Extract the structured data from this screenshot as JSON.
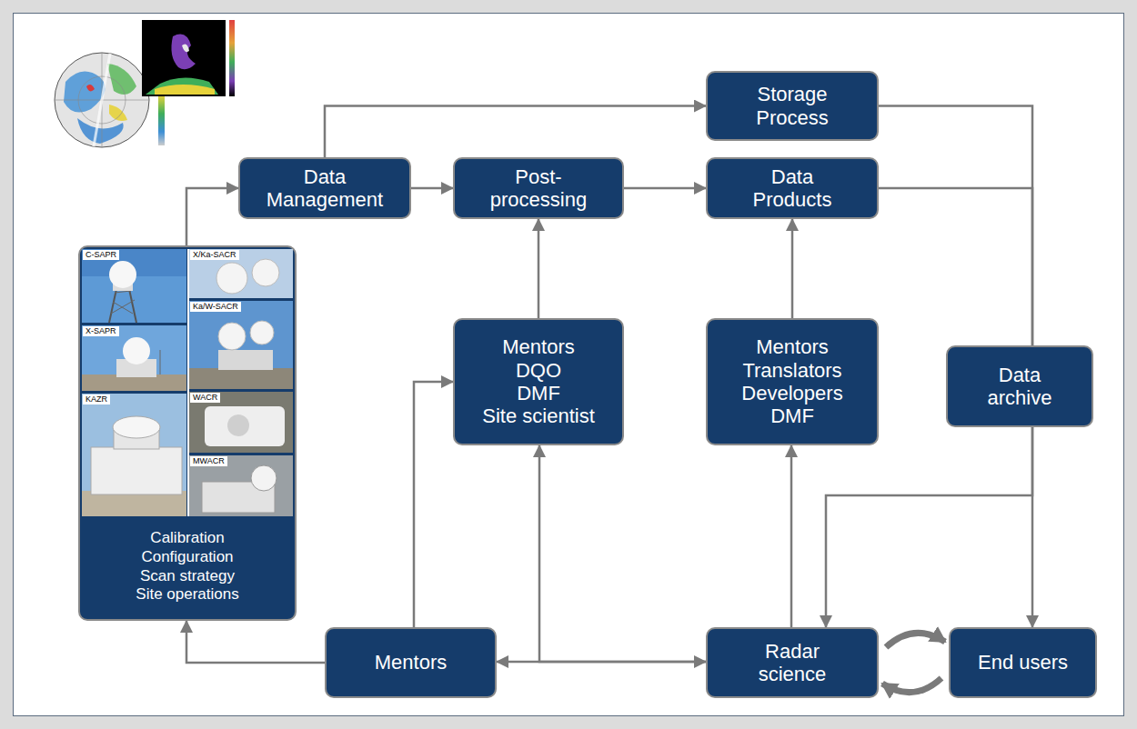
{
  "diagram": {
    "nodes": [
      {
        "text": [
          "Data Management"
        ]
      },
      {
        "text": [
          "Post-processing"
        ]
      },
      {
        "text": [
          "Storage Process"
        ]
      },
      {
        "text": [
          "Data Products"
        ]
      },
      {
        "text": [
          "Mentors",
          "DQO",
          "DMF",
          "Site scientist"
        ]
      },
      {
        "text": [
          "Mentors",
          "Translators",
          "Developers",
          "DMF"
        ]
      },
      {
        "text": [
          "Data archive"
        ]
      },
      {
        "text": [
          "Calibration",
          "Configuration",
          "Scan strategy",
          "Site operations"
        ]
      },
      {
        "text": [
          "Mentors"
        ]
      },
      {
        "text": [
          "Radar science"
        ]
      },
      {
        "text": [
          "End users"
        ]
      }
    ],
    "edges": [
      {
        "from": 0,
        "to": 1,
        "arrow": "to"
      },
      {
        "from": 1,
        "to": 3,
        "arrow": "to"
      },
      {
        "from": 0,
        "to": 2,
        "arrow": "to"
      },
      {
        "from": 2,
        "to": 6,
        "arrow": "none"
      },
      {
        "from": 3,
        "to": 6,
        "arrow": "none"
      },
      {
        "from": 6,
        "to": 9,
        "arrow": "to"
      },
      {
        "from": 6,
        "to": 10,
        "arrow": "to"
      },
      {
        "from": 4,
        "to": 1,
        "arrow": "to"
      },
      {
        "from": 5,
        "to": 3,
        "arrow": "to"
      },
      {
        "from": 9,
        "to": 5,
        "arrow": "to"
      },
      {
        "from": 9,
        "to": 10,
        "arrow": "both"
      },
      {
        "from": 8,
        "to": 7,
        "arrow": "to"
      },
      {
        "from": 8,
        "to": 4,
        "arrow": "to"
      },
      {
        "from": 8,
        "to": 9,
        "arrow": "both"
      },
      {
        "from": 9,
        "to": 4,
        "arrow": "to"
      },
      {
        "from": 7,
        "to": 0,
        "arrow": "to"
      }
    ],
    "labels": [
      "C-SAPR",
      "X/Ka-SACR",
      "X-SAPR",
      "Ka/W-SACR",
      "WACR",
      "KAZR",
      "MWACR"
    ]
  }
}
